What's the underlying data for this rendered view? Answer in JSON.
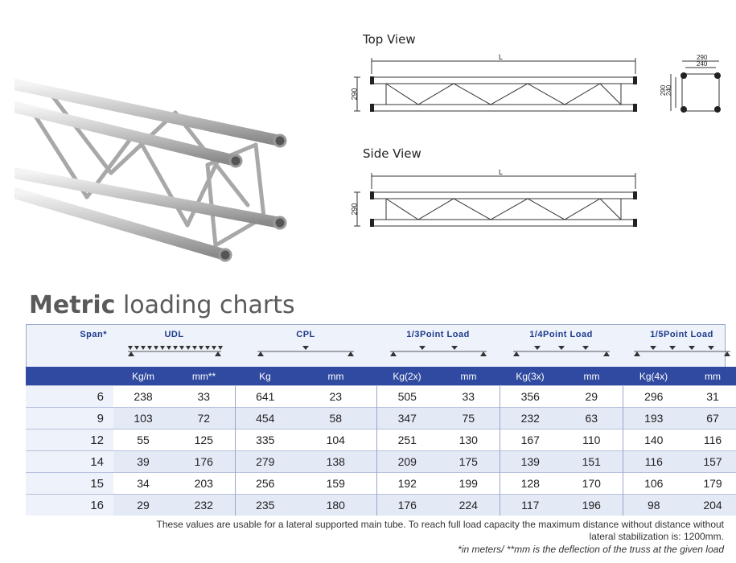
{
  "views": {
    "top_title": "Top View",
    "side_title": "Side View",
    "length_label": "L",
    "height_label": "290",
    "section_outer": "290",
    "section_inner": "240"
  },
  "heading": {
    "bold": "Metric",
    "rest": " loading charts"
  },
  "table": {
    "span_label": "Span*",
    "groups": [
      "UDL",
      "CPL",
      "1/3Point Load",
      "1/4Point Load",
      "1/5Point Load"
    ],
    "units": [
      "Kg/m",
      "mm**",
      "Kg",
      "mm",
      "Kg(2x)",
      "mm",
      "Kg(3x)",
      "mm",
      "Kg(4x)",
      "mm"
    ],
    "rows": [
      {
        "span": "6",
        "cells": [
          "238",
          "33",
          "641",
          "23",
          "505",
          "33",
          "356",
          "29",
          "296",
          "31"
        ]
      },
      {
        "span": "9",
        "cells": [
          "103",
          "72",
          "454",
          "58",
          "347",
          "75",
          "232",
          "63",
          "193",
          "67"
        ]
      },
      {
        "span": "12",
        "cells": [
          "55",
          "125",
          "335",
          "104",
          "251",
          "130",
          "167",
          "110",
          "140",
          "116"
        ]
      },
      {
        "span": "14",
        "cells": [
          "39",
          "176",
          "279",
          "138",
          "209",
          "175",
          "139",
          "151",
          "116",
          "157"
        ]
      },
      {
        "span": "15",
        "cells": [
          "34",
          "203",
          "256",
          "159",
          "192",
          "199",
          "128",
          "170",
          "106",
          "179"
        ]
      },
      {
        "span": "16",
        "cells": [
          "29",
          "232",
          "235",
          "180",
          "176",
          "224",
          "117",
          "196",
          "98",
          "204"
        ]
      }
    ]
  },
  "notes": {
    "line1": "These values are usable for a lateral supported main tube. To reach full load capacity the maximum distance without distance without",
    "line2": "lateral stabilization is: 1200mm.",
    "line3": "*in meters/ **mm is the deflection of the truss at the given load"
  }
}
